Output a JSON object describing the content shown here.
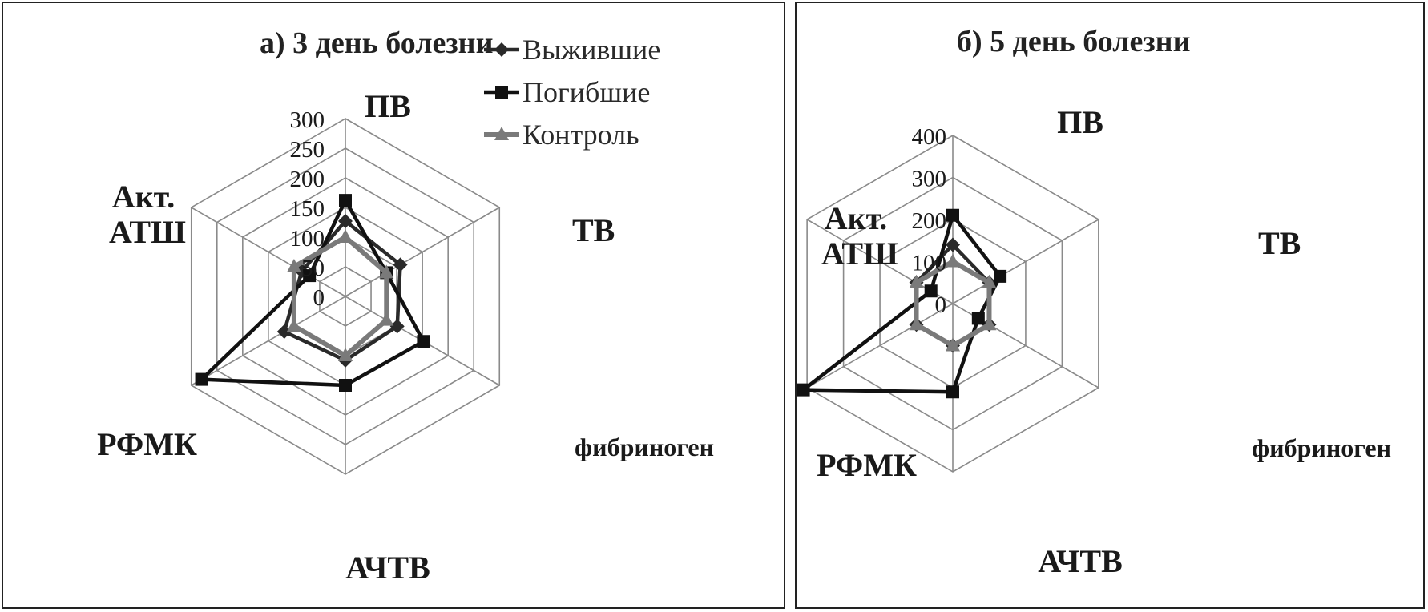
{
  "chart_data": [
    {
      "type": "radar",
      "title": "а) 3 день болезни",
      "axes": [
        "ПВ",
        "ТВ",
        "фибриноген",
        "АЧТВ",
        "РФМК",
        "Акт. АТШ"
      ],
      "rlim": [
        0,
        300
      ],
      "ticks": [
        "0",
        "50",
        "100",
        "150",
        "200",
        "250",
        "300"
      ],
      "grid": true,
      "legend": "top-right",
      "series": [
        {
          "name": "Выжившие",
          "marker": "diamond",
          "color": "#2a2a2a",
          "values": [
            127,
            107,
            101,
            108,
            119,
            85
          ]
        },
        {
          "name": "Погибшие",
          "marker": "square",
          "color": "#111111",
          "values": [
            162,
            80,
            152,
            150,
            280,
            70
          ]
        },
        {
          "name": "Контроль",
          "marker": "triangle",
          "color": "#7a7a7a",
          "values": [
            100,
            80,
            80,
            100,
            100,
            100
          ]
        }
      ]
    },
    {
      "type": "radar",
      "title": "б) 5 день болезни",
      "axes": [
        "ПВ",
        "ТВ",
        "фибриноген",
        "АЧТВ",
        "РФМК",
        "Акт. АТШ"
      ],
      "rlim": [
        0,
        400
      ],
      "ticks": [
        "0",
        "100",
        "200",
        "300",
        "400"
      ],
      "grid": true,
      "legend": "none",
      "series": [
        {
          "name": "Выжившие",
          "marker": "diamond",
          "color": "#2a2a2a",
          "values": [
            140,
            100,
            100,
            100,
            100,
            100
          ]
        },
        {
          "name": "Погибшие",
          "marker": "square",
          "color": "#111111",
          "values": [
            210,
            130,
            70,
            210,
            410,
            60
          ]
        },
        {
          "name": "Контроль",
          "marker": "triangle",
          "color": "#7a7a7a",
          "values": [
            100,
            100,
            100,
            100,
            100,
            100
          ]
        }
      ]
    }
  ]
}
